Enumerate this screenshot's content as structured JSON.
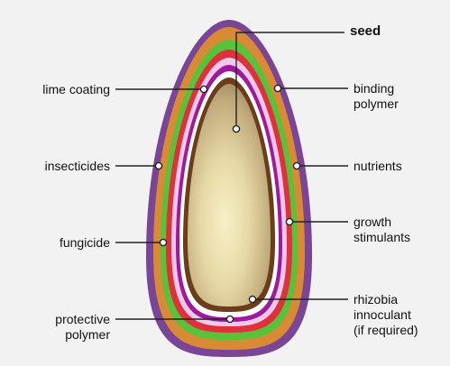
{
  "labels": {
    "seed": "seed",
    "lime_coating": "lime coating",
    "binding_polymer_1": "binding",
    "binding_polymer_2": "polymer",
    "insecticides": "insecticides",
    "nutrients": "nutrients",
    "fungicide": "fungicide",
    "growth_stimulants_1": "growth",
    "growth_stimulants_2": "stimulants",
    "protective_polymer_1": "protective",
    "protective_polymer_2": "polymer",
    "rhizobia_1": "rhizobia",
    "rhizobia_2": "innoculant",
    "rhizobia_3": "(if required)"
  },
  "layer_colors": {
    "outer_purple": "#7a4596",
    "orange": "#d98a35",
    "green": "#57c23a",
    "red": "#e0303a",
    "pink": "#f0c8ee",
    "magenta": "#a0199a",
    "white": "#ffffff",
    "seed_coat": "#6b3d18",
    "seed_interior": "#ded2a0"
  }
}
